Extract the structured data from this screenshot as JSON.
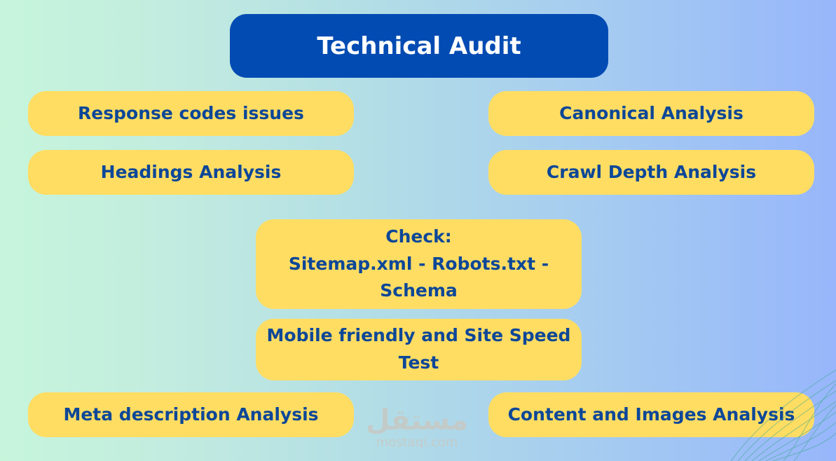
{
  "title": "Technical Audit",
  "items": {
    "response_codes": "Response codes issues",
    "canonical": "Canonical Analysis",
    "headings": "Headings Analysis",
    "crawl_depth": "Crawl Depth Analysis",
    "check": {
      "line1": "Check:",
      "line2": "Sitemap.xml - Robots.txt -",
      "line3": "Schema"
    },
    "mobile": {
      "line1": "Mobile friendly and Site Speed",
      "line2": "Test"
    },
    "meta_description": "Meta description Analysis",
    "content_images": "Content and Images Analysis"
  },
  "watermark": {
    "mark": "مستقل",
    "text": "mostaqi.com"
  },
  "colors": {
    "title_bg": "#024bb3",
    "pill_bg": "#ffdd63",
    "pill_text": "#0c4798"
  }
}
